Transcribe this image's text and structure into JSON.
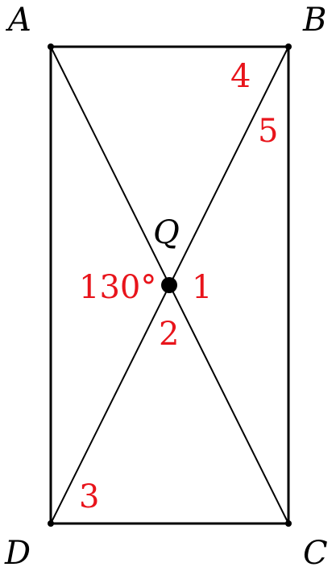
{
  "vertices": {
    "a": "A",
    "b": "B",
    "c": "C",
    "d": "D"
  },
  "center": {
    "label": "Q"
  },
  "angles": {
    "known": "130°",
    "one": "1",
    "two": "2",
    "three": "3",
    "four": "4",
    "five": "5"
  },
  "colors": {
    "lines": "#000000",
    "angle_labels": "#e8141b"
  }
}
